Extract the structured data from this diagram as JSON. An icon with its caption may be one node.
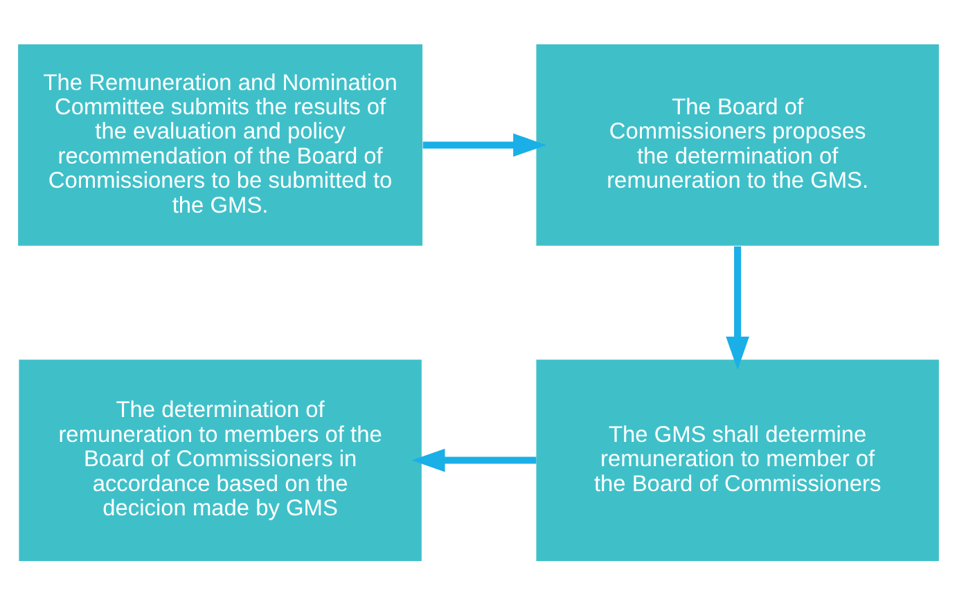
{
  "diagram": {
    "nodes": [
      {
        "text": [
          "The Remuneration and Nomination Committee submits the results of the evaluation and policy recommendation of the Board of Commissioners to be submitted to the GMS."
        ]
      },
      {
        "text": [
          "The Board of Commissioners proposes the determination of remuneration to the GMS."
        ]
      },
      {
        "text": [
          "The GMS shall determine remuneration to member of the Board of Commissioners"
        ]
      },
      {
        "text": [
          "The determination of remuneration to members of the Board of Commissioners in accordance based on the decicion made by GMS"
        ]
      }
    ],
    "edges": [
      {
        "from": 0,
        "to": 1,
        "arrow": "to"
      },
      {
        "from": 1,
        "to": 2,
        "arrow": "to"
      },
      {
        "from": 2,
        "to": 3,
        "arrow": "to"
      }
    ]
  }
}
